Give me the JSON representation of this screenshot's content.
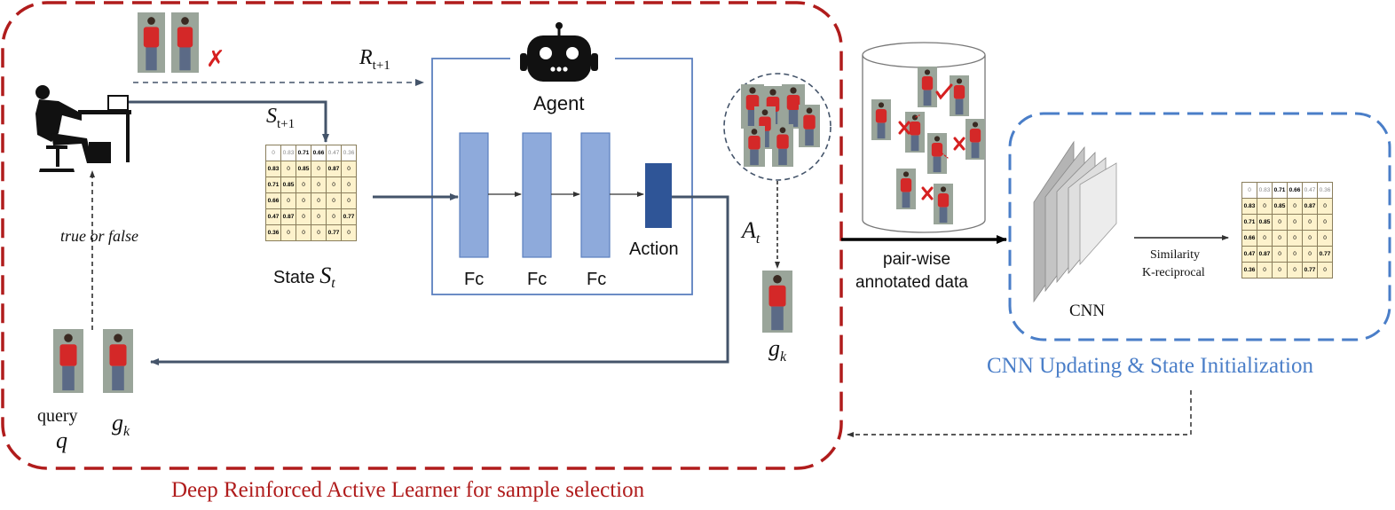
{
  "labels": {
    "r_t1": "R",
    "r_t1_sub": "t+1",
    "s_t1": "S",
    "s_t1_sub": "t+1",
    "agent": "Agent",
    "true_false": "true or false",
    "state": "State",
    "state_sym": "S",
    "state_sub": "t",
    "fc1": "Fc",
    "fc2": "Fc",
    "fc3": "Fc",
    "action": "Action",
    "a_t": "A",
    "a_t_sub": "t",
    "g_k_right": "g",
    "g_k_right_sub": "k",
    "query": "query",
    "q": "q",
    "g_k_left": "g",
    "g_k_left_sub": "k",
    "pairwise_1": "pair-wise",
    "pairwise_2": "annotated data",
    "cnn": "CNN",
    "similarity": "Similarity",
    "kreciprocal": "K-reciprocal",
    "cross_mark": "✗",
    "red_caption": "Deep Reinforced Active Learner for sample selection",
    "blue_caption": "CNN Updating & State Initialization"
  },
  "matrix": {
    "rows": [
      [
        "0",
        "0.83",
        "0.71",
        "0.66",
        "0.47",
        "0.36"
      ],
      [
        "0.83",
        "0",
        "0.85",
        "0",
        "0.87",
        "0"
      ],
      [
        "0.71",
        "0.85",
        "0",
        "0",
        "0",
        "0"
      ],
      [
        "0.66",
        "0",
        "0",
        "0",
        "0",
        "0"
      ],
      [
        "0.47",
        "0.87",
        "0",
        "0",
        "0",
        "0.77"
      ],
      [
        "0.36",
        "0",
        "0",
        "0",
        "0.77",
        "0"
      ]
    ]
  },
  "colors": {
    "red_frame": "#b01c1c",
    "blue_frame": "#4a7ec8",
    "agent_box": "#5b7fbf",
    "fc_fill": "#8eaadb",
    "action_fill": "#2f5597",
    "flow_arrow": "#44546a"
  }
}
